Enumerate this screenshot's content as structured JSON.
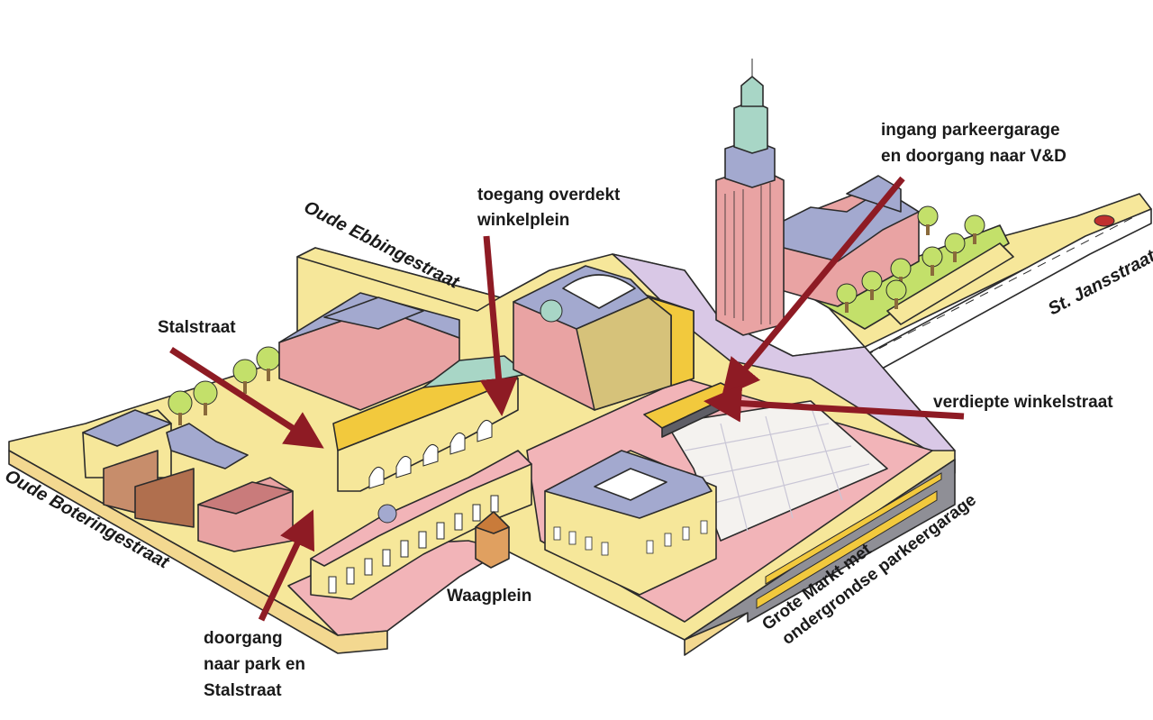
{
  "colors": {
    "street": "#f6e79a",
    "pedestrian": "#f2b4b8",
    "plaza": "#d9c8e6",
    "building_wall": "#e9a3a3",
    "roof": "#a3a9cf",
    "glass": "#f2c93d",
    "green": "#c3e06a",
    "arrow": "#8e1b24"
  },
  "labels": {
    "stalstraat": "Stalstraat",
    "toegang_line1": "toegang overdekt",
    "toegang_line2": "winkelplein",
    "ingang_line1": "ingang parkeergarage",
    "ingang_line2": "en doorgang naar V&D",
    "verdiepte": "verdiepte winkelstraat",
    "waagplein": "Waagplein",
    "doorgang_line1": "doorgang",
    "doorgang_line2": "naar park en",
    "doorgang_line3": "Stalstraat",
    "grote_markt_line1": "Grote Markt met",
    "grote_markt_line2": "ondergrondse parkeergarage"
  },
  "streets": {
    "oude_ebbingestraat": "Oude Ebbingestraat",
    "oude_boteringestraat": "Oude Boteringestraat",
    "st_jansstraat": "St. Jansstraat"
  },
  "icons": [
    "tower-icon",
    "tree-icon",
    "car-icon",
    "arrow-icon"
  ]
}
